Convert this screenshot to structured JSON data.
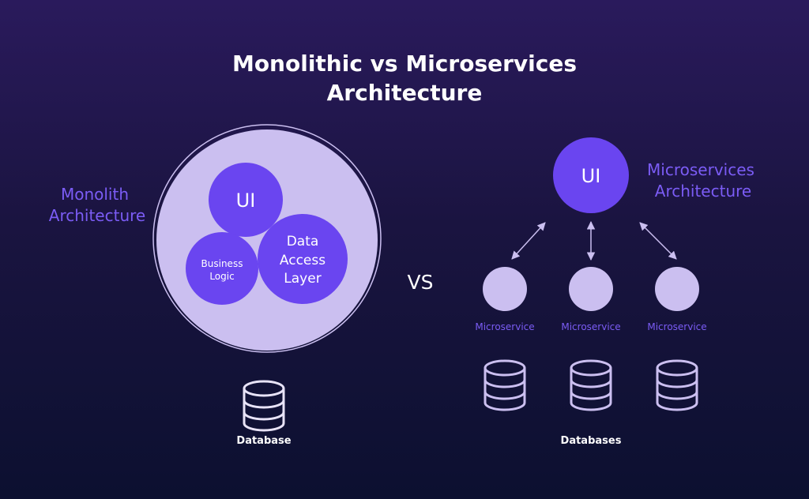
{
  "title": {
    "line1": "Monolithic vs Microservices",
    "line2": "Architecture"
  },
  "monolith": {
    "label_line1": "Monolith",
    "label_line2": "Architecture",
    "ui": "UI",
    "business_logic_line1": "Business",
    "business_logic_line2": "Logic",
    "data_access_line1": "Data",
    "data_access_line2": "Access",
    "data_access_line3": "Layer",
    "database_label": "Database"
  },
  "vs": "VS",
  "microservices": {
    "label_line1": "Microservices",
    "label_line2": "Architecture",
    "ui": "UI",
    "services": [
      "Microservice",
      "Microservice",
      "Microservice"
    ],
    "databases_label": "Databases"
  },
  "colors": {
    "accent": "#6a45f0",
    "accent_text": "#7b5cf5",
    "pale": "#cbbff0",
    "white": "#ffffff"
  },
  "icons": [
    "database-icon",
    "bidirectional-arrow-icon"
  ]
}
